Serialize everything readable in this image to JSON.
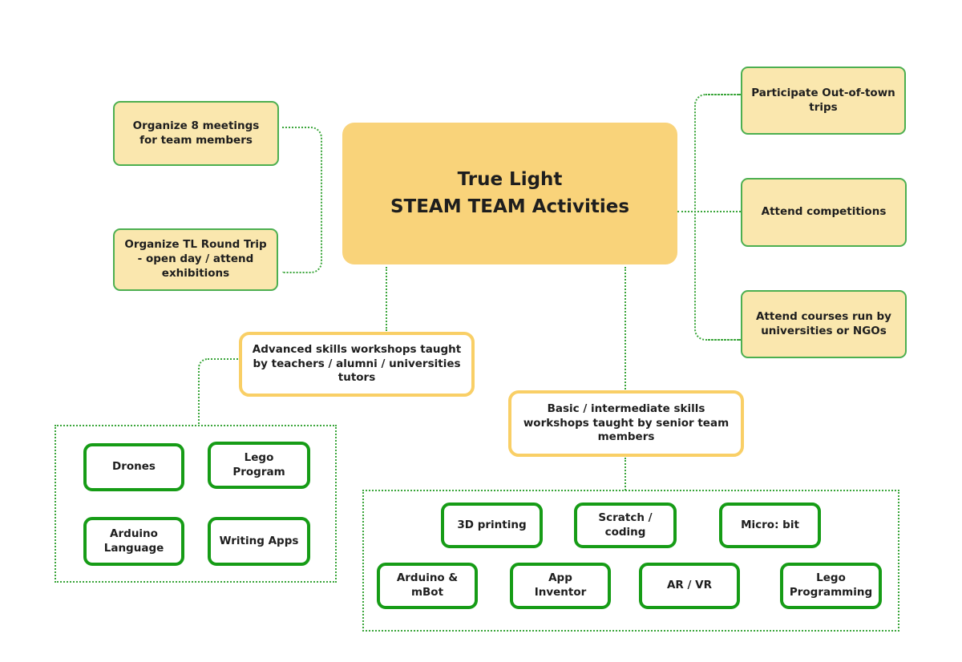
{
  "diagram": {
    "title": "True Light STEAM TEAM Activities mind map",
    "central": {
      "title_line1": "True Light",
      "title_line2": "STEAM TEAM Activities"
    },
    "left_branch": {
      "items": [
        {
          "label": "Organize 8 meetings for team members"
        },
        {
          "label": "Organize TL Round Trip - open day / attend exhibitions"
        }
      ]
    },
    "right_branch": {
      "items": [
        {
          "label": "Participate Out-of-town trips"
        },
        {
          "label": "Attend competitions"
        },
        {
          "label": "Attend courses run by universities or NGOs"
        }
      ]
    },
    "advanced_group": {
      "header": "Advanced skills workshops taught by teachers / alumni / universities tutors",
      "items": [
        {
          "label": "Drones"
        },
        {
          "label": "Lego Program"
        },
        {
          "label": "Arduino Language"
        },
        {
          "label": "Writing Apps"
        }
      ]
    },
    "basic_group": {
      "header": "Basic / intermediate skills workshops taught by senior team members",
      "items": [
        {
          "label": "3D printing"
        },
        {
          "label": "Scratch / coding"
        },
        {
          "label": "Micro: bit"
        },
        {
          "label": "Arduino & mBot"
        },
        {
          "label": "App Inventor"
        },
        {
          "label": "AR / VR"
        },
        {
          "label": "Lego Programming"
        }
      ]
    },
    "colors": {
      "central_fill": "#f9d37a",
      "branch_fill": "#fae7ae",
      "branch_border_green": "#4caf50",
      "workshop_border_yellow": "#f9cf66",
      "skill_border_green": "#169c16",
      "connector_green": "#3aa53a",
      "text": "#1e1e1e",
      "background": "#ffffff"
    }
  }
}
